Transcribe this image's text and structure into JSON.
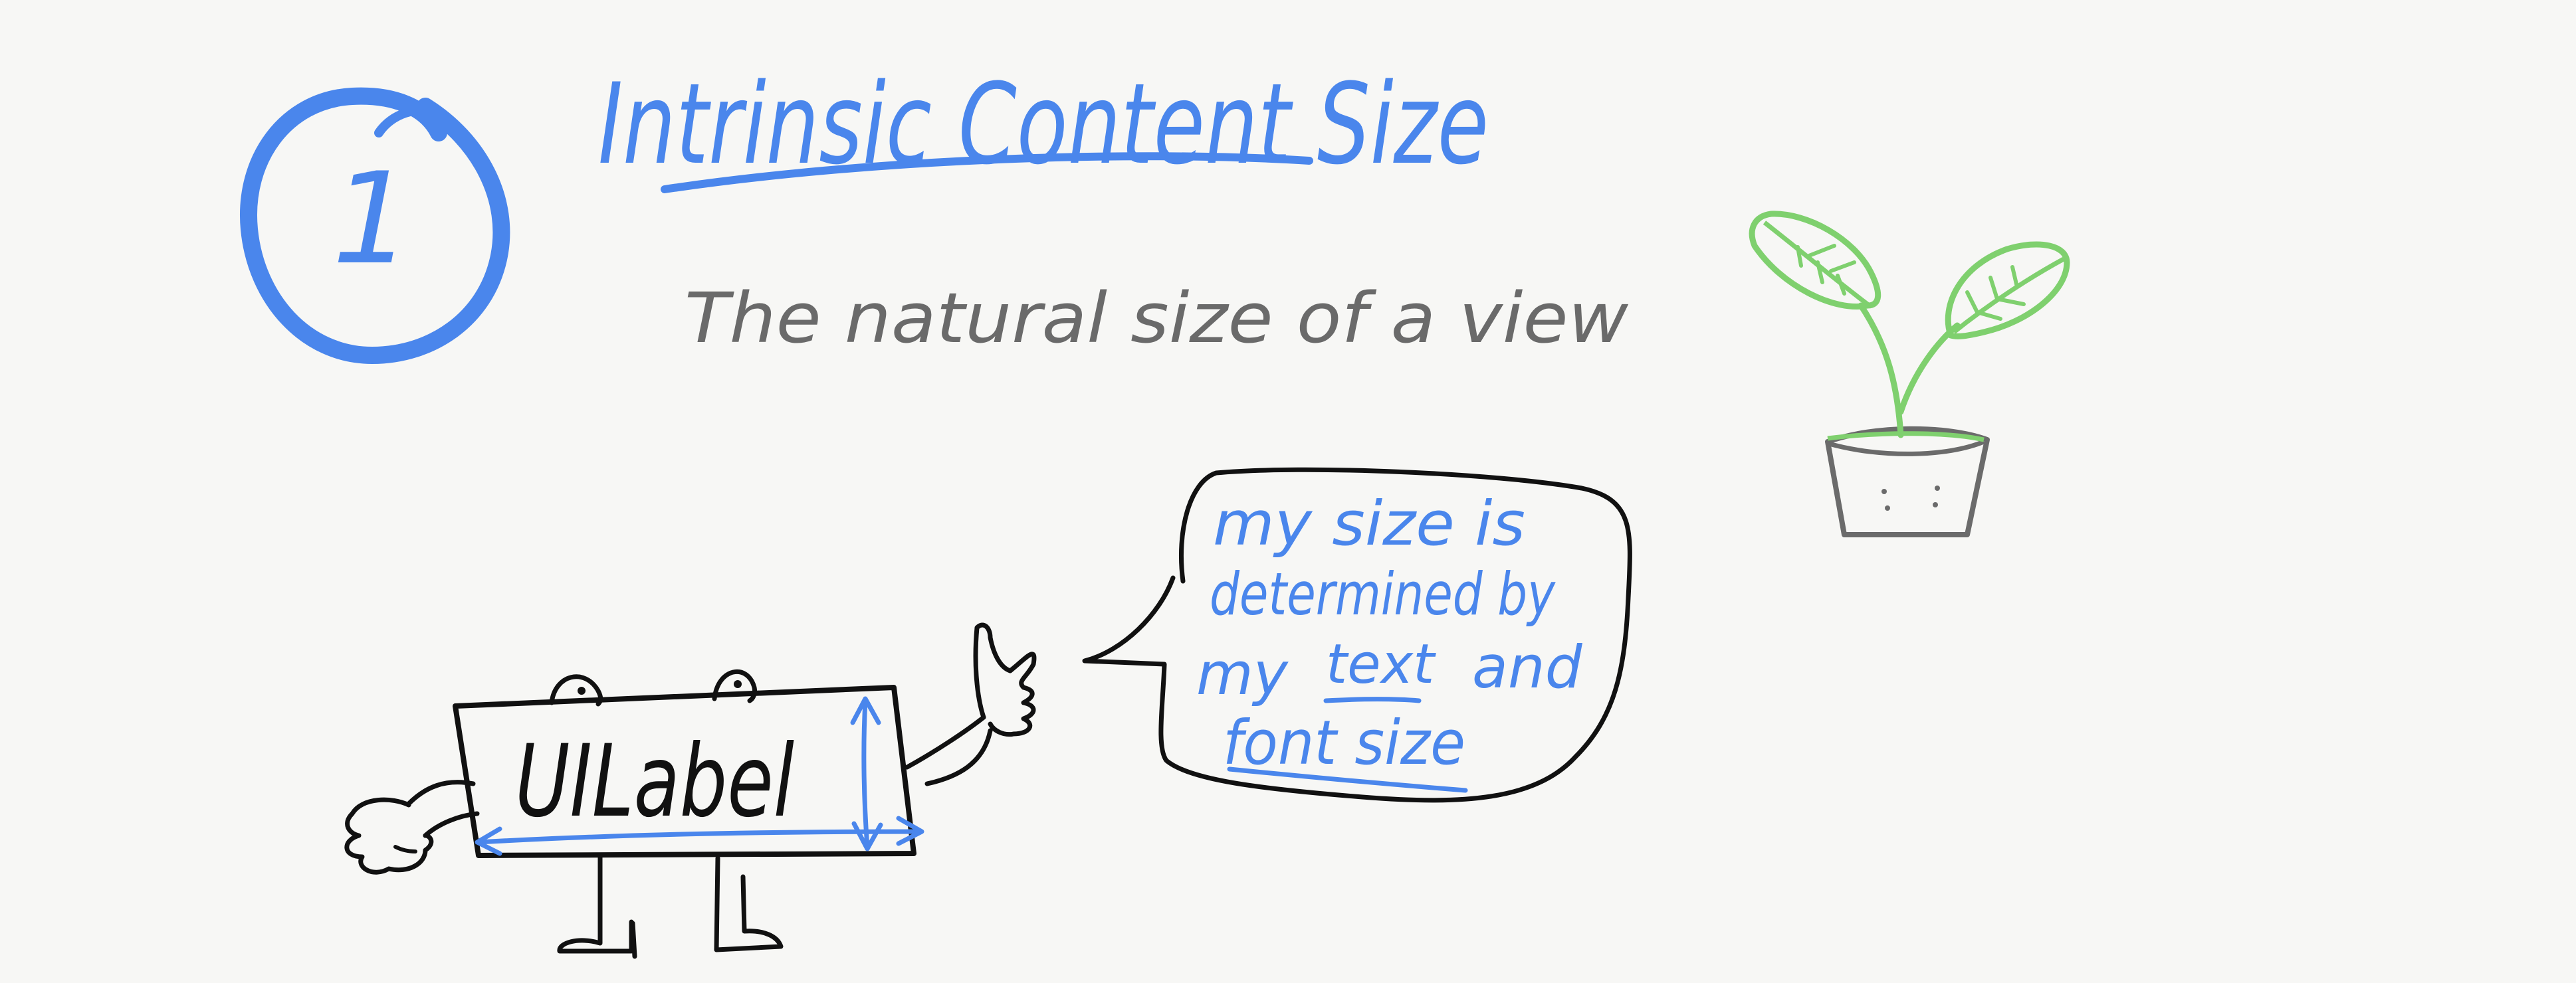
{
  "number_badge": "1",
  "title": "Intrinsic Content Size",
  "subtitle": "The natural size of a view",
  "character_label": "UILabel",
  "speech_bubble": {
    "line1": "my size is",
    "line2": "determined by",
    "line3_prefix": "my",
    "line3_emphasis": "text",
    "line3_suffix": "and",
    "line4_emphasis": "font size"
  },
  "colors": {
    "blue": "#4a86ec",
    "ink": "#111111",
    "gray_text": "#6a6a6a",
    "plant_green": "#7fd06e",
    "pot_gray": "#6b6b6b",
    "background": "#f7f7f5"
  }
}
